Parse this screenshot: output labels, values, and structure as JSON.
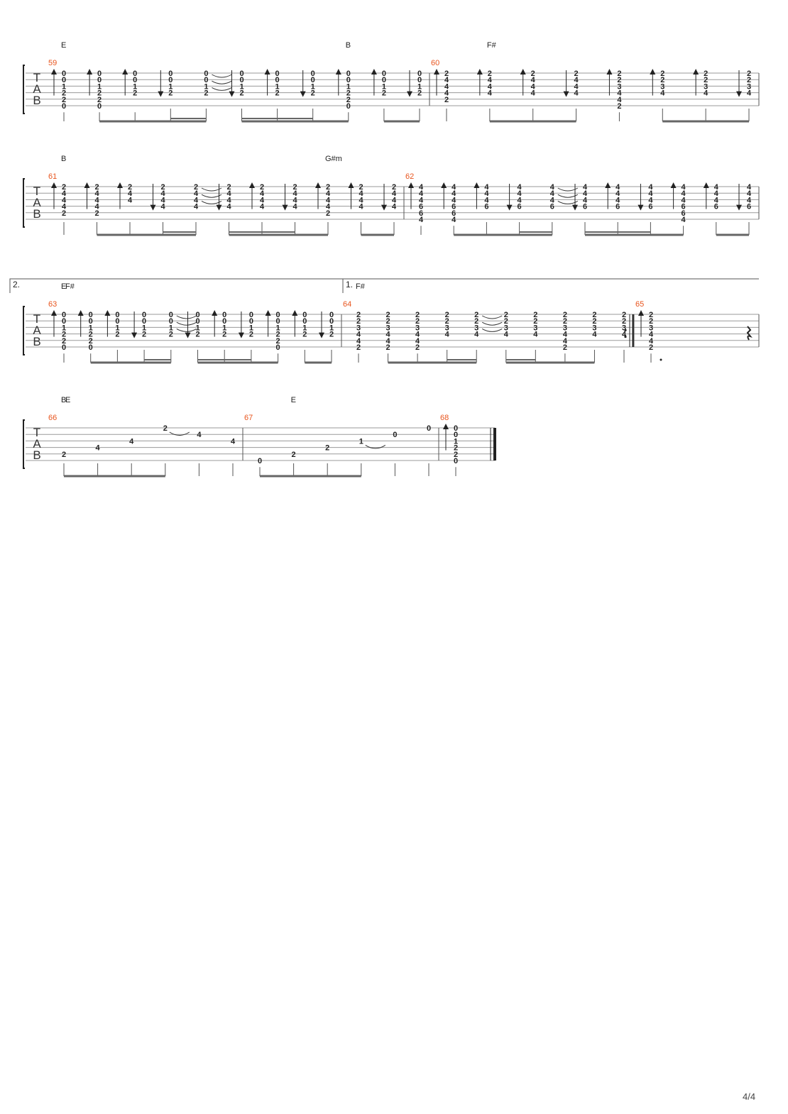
{
  "page": {
    "page_number": "4/4"
  },
  "tab_label": [
    "T",
    "A",
    "B"
  ],
  "systems": [
    {
      "chords": [
        [
          "E",
          0
        ],
        [
          "B",
          8
        ],
        [
          "F#",
          12
        ]
      ],
      "measures": [
        {
          "number": "59",
          "events": [
            {
              "f": [
                "0",
                "0",
                "1",
                "2",
                "2",
                "0"
              ],
              "s": 0,
              "dir": "up",
              "stem": 1
            },
            {
              "f": [
                "0",
                "0",
                "1",
                "2",
                "2",
                "0"
              ],
              "s": 0,
              "dir": "up",
              "stem": 2
            },
            {
              "f": [
                "0",
                "0",
                "1",
                "2",
                "",
                ""
              ],
              "s": 0,
              "dir": "up",
              "stem": 2
            },
            {
              "f": [
                "0",
                "0",
                "1",
                "2"
              ],
              "s": 0,
              "dir": "down",
              "stem": 3
            },
            {
              "f": [
                "0",
                "0",
                "1",
                "2"
              ],
              "s": 0,
              "stem": 3,
              "ties": true
            },
            {
              "f": [
                "0",
                "0",
                "1",
                "2"
              ],
              "s": 0,
              "dir": "down",
              "stem": 3
            },
            {
              "f": [
                "0",
                "0",
                "1",
                "2"
              ],
              "s": 0,
              "dir": "up",
              "stem": 3
            },
            {
              "f": [
                "0",
                "0",
                "1",
                "2"
              ],
              "s": 0,
              "dir": "down",
              "stem": 3
            },
            {
              "f": [
                "0",
                "0",
                "1",
                "2",
                "2",
                "0"
              ],
              "s": 0,
              "dir": "up",
              "stem": 2
            },
            {
              "f": [
                "0",
                "0",
                "1",
                "2"
              ],
              "s": 0,
              "dir": "up",
              "stem": 2
            },
            {
              "f": [
                "0",
                "0",
                "1",
                "2"
              ],
              "s": 0,
              "dir": "down",
              "stem": 3
            }
          ]
        },
        {
          "number": "60",
          "events": [
            {
              "f": [
                "2",
                "4",
                "4",
                "4",
                "2"
              ],
              "s": 0,
              "dir": "up",
              "stem": 1
            },
            {
              "f": [
                "2",
                "4",
                "4",
                "4"
              ],
              "s": 0,
              "dir": "up",
              "stem": 2
            },
            {
              "f": [
                "2",
                "4",
                "4",
                "4"
              ],
              "s": 0,
              "dir": "up",
              "stem": 2
            },
            {
              "f": [
                "2",
                "4",
                "4",
                "4"
              ],
              "s": 0,
              "dir": "down",
              "stem": 3
            },
            {
              "f": [
                "2",
                "2",
                "3",
                "4",
                "4",
                "2"
              ],
              "s": 0,
              "dir": "up",
              "stem": 1
            },
            {
              "f": [
                "2",
                "2",
                "3",
                "4"
              ],
              "s": 0,
              "dir": "up",
              "stem": 2
            },
            {
              "f": [
                "2",
                "2",
                "3",
                "4"
              ],
              "s": 0,
              "dir": "up",
              "stem": 2
            },
            {
              "f": [
                "2",
                "2",
                "3",
                "4"
              ],
              "s": 0,
              "dir": "down",
              "stem": 3
            }
          ]
        }
      ]
    },
    {
      "chords": [
        [
          "B",
          0
        ],
        [
          "G#m",
          8
        ]
      ],
      "measures": [
        {
          "number": "61",
          "events": [
            {
              "f": [
                "2",
                "4",
                "4",
                "4",
                "2"
              ],
              "s": 0,
              "dir": "up",
              "stem": 1
            },
            {
              "f": [
                "2",
                "4",
                "4",
                "4",
                "2"
              ],
              "s": 0,
              "dir": "up",
              "stem": 2
            },
            {
              "f": [
                "2",
                "4",
                "4"
              ],
              "s": 0,
              "dir": "up",
              "stem": 2
            },
            {
              "f": [
                "2",
                "4",
                "4",
                "4"
              ],
              "s": 0,
              "dir": "down",
              "stem": 3
            },
            {
              "f": [
                "2",
                "4",
                "4",
                "4"
              ],
              "s": 0,
              "stem": 3,
              "ties": true
            },
            {
              "f": [
                "2",
                "4",
                "4",
                "4"
              ],
              "s": 0,
              "dir": "down",
              "stem": 3
            },
            {
              "f": [
                "2",
                "4",
                "4",
                "4"
              ],
              "s": 0,
              "dir": "up",
              "stem": 3
            },
            {
              "f": [
                "2",
                "4",
                "4",
                "4"
              ],
              "s": 0,
              "dir": "down",
              "stem": 3
            },
            {
              "f": [
                "2",
                "4",
                "4",
                "4",
                "2"
              ],
              "s": 0,
              "dir": "up",
              "stem": 2
            },
            {
              "f": [
                "2",
                "4",
                "4",
                "4"
              ],
              "s": 0,
              "dir": "up",
              "stem": 2
            },
            {
              "f": [
                "2",
                "4",
                "4",
                "4"
              ],
              "s": 0,
              "dir": "down",
              "stem": 3
            }
          ]
        },
        {
          "number": "62",
          "events": [
            {
              "f": [
                "4",
                "4",
                "4",
                "6",
                "6",
                "4"
              ],
              "s": 0,
              "dir": "up",
              "stem": 1
            },
            {
              "f": [
                "4",
                "4",
                "4",
                "6",
                "6",
                "4"
              ],
              "s": 0,
              "dir": "up",
              "stem": 2
            },
            {
              "f": [
                "4",
                "4",
                "4",
                "6"
              ],
              "s": 0,
              "dir": "up",
              "stem": 2
            },
            {
              "f": [
                "4",
                "4",
                "4",
                "6"
              ],
              "s": 0,
              "dir": "down",
              "stem": 3
            },
            {
              "f": [
                "4",
                "4",
                "4",
                "6"
              ],
              "s": 0,
              "stem": 3,
              "ties": true
            },
            {
              "f": [
                "4",
                "4",
                "4",
                "6"
              ],
              "s": 0,
              "dir": "down",
              "stem": 3
            },
            {
              "f": [
                "4",
                "4",
                "4",
                "6"
              ],
              "s": 0,
              "dir": "up",
              "stem": 3
            },
            {
              "f": [
                "4",
                "4",
                "4",
                "6"
              ],
              "s": 0,
              "dir": "down",
              "stem": 3
            },
            {
              "f": [
                "4",
                "4",
                "4",
                "6",
                "6",
                "4"
              ],
              "s": 0,
              "dir": "up",
              "stem": 2
            },
            {
              "f": [
                "4",
                "4",
                "4",
                "6"
              ],
              "s": 0,
              "dir": "up",
              "stem": 2
            },
            {
              "f": [
                "4",
                "4",
                "4",
                "6"
              ],
              "s": 0,
              "dir": "down",
              "stem": 3
            }
          ]
        }
      ]
    },
    {
      "chords": [
        [
          "E",
          0
        ],
        [
          "F#",
          11
        ],
        [
          "F#",
          23
        ]
      ],
      "voltas": [
        [
          "1.",
          11,
          22
        ],
        [
          "2.",
          23,
          26
        ]
      ],
      "measures": [
        {
          "number": "63",
          "events": [
            {
              "f": [
                "0",
                "0",
                "1",
                "2",
                "2",
                "0"
              ],
              "s": 0,
              "dir": "up",
              "stem": 1
            },
            {
              "f": [
                "0",
                "0",
                "1",
                "2",
                "2",
                "0"
              ],
              "s": 0,
              "dir": "up",
              "stem": 2
            },
            {
              "f": [
                "0",
                "0",
                "1",
                "2"
              ],
              "s": 0,
              "dir": "up",
              "stem": 2
            },
            {
              "f": [
                "0",
                "0",
                "1",
                "2"
              ],
              "s": 0,
              "dir": "down",
              "stem": 3
            },
            {
              "f": [
                "0",
                "0",
                "1",
                "2"
              ],
              "s": 0,
              "stem": 3,
              "ties": true
            },
            {
              "f": [
                "0",
                "0",
                "1",
                "2"
              ],
              "s": 0,
              "dir": "down",
              "stem": 3
            },
            {
              "f": [
                "0",
                "0",
                "1",
                "2"
              ],
              "s": 0,
              "dir": "up",
              "stem": 3
            },
            {
              "f": [
                "0",
                "0",
                "1",
                "2"
              ],
              "s": 0,
              "dir": "down",
              "stem": 3
            },
            {
              "f": [
                "0",
                "0",
                "1",
                "2",
                "2",
                "0"
              ],
              "s": 0,
              "dir": "up",
              "stem": 2
            },
            {
              "f": [
                "0",
                "0",
                "1",
                "2"
              ],
              "s": 0,
              "dir": "up",
              "stem": 2
            },
            {
              "f": [
                "0",
                "0",
                "1",
                "2"
              ],
              "s": 0,
              "dir": "down",
              "stem": 3
            }
          ]
        },
        {
          "number": "64",
          "repeat_end": true,
          "events": [
            {
              "f": [
                "2",
                "2",
                "3",
                "4",
                "4",
                "2"
              ],
              "s": 0,
              "stem": 1
            },
            {
              "f": [
                "2",
                "2",
                "3",
                "4",
                "4",
                "2"
              ],
              "s": 0,
              "stem": 2
            },
            {
              "f": [
                "2",
                "2",
                "3",
                "4",
                "4",
                "2"
              ],
              "s": 0,
              "stem": 2
            },
            {
              "f": [
                "2",
                "2",
                "3",
                "4"
              ],
              "s": 0,
              "stem": 3
            },
            {
              "f": [
                "2",
                "2",
                "3",
                "4"
              ],
              "s": 0,
              "stem": 3,
              "ties": true
            },
            {
              "f": [
                "2",
                "2",
                "3",
                "4"
              ],
              "s": 0,
              "stem": 3
            },
            {
              "f": [
                "2",
                "2",
                "3",
                "4"
              ],
              "s": 0,
              "stem": 3
            },
            {
              "f": [
                "2",
                "2",
                "3",
                "4",
                "4",
                "2"
              ],
              "s": 0,
              "stem": 2
            },
            {
              "f": [
                "2",
                "2",
                "3",
                "4"
              ],
              "s": 0,
              "stem": 2
            },
            {
              "f": [
                "2",
                "2",
                "3",
                "4"
              ],
              "s": 0,
              "stem": 3
            }
          ]
        },
        {
          "number": "65",
          "events": [
            {
              "f": [
                "2",
                "2",
                "3",
                "4",
                "4",
                "2"
              ],
              "s": 0,
              "dir": "up",
              "stem": 1,
              "dot": true
            },
            {
              "rest": true
            }
          ]
        }
      ]
    },
    {
      "chords": [
        [
          "B",
          0
        ],
        [
          "E",
          7
        ],
        [
          "E",
          13
        ]
      ],
      "measures": [
        {
          "number": "66",
          "events": [
            {
              "f": [
                "2"
              ],
              "s": 4,
              "stem": 2
            },
            {
              "f": [
                "4"
              ],
              "s": 3,
              "stem": 2
            },
            {
              "f": [
                "4"
              ],
              "s": 2,
              "stem": 2
            },
            {
              "f": [
                "2"
              ],
              "s": 0,
              "stem": 2,
              "slur": true
            },
            {
              "f": [
                "4"
              ],
              "s": 1,
              "stem": 2
            },
            {
              "f": [
                "4"
              ],
              "s": 2,
              "stem": 1
            }
          ]
        },
        {
          "number": "67",
          "events": [
            {
              "f": [
                "0"
              ],
              "s": 5,
              "stem": 2
            },
            {
              "f": [
                "2"
              ],
              "s": 4,
              "stem": 2
            },
            {
              "f": [
                "2"
              ],
              "s": 3,
              "stem": 2
            },
            {
              "f": [
                "1"
              ],
              "s": 2,
              "stem": 2,
              "slur": true
            },
            {
              "f": [
                "0"
              ],
              "s": 1,
              "stem": 2
            },
            {
              "f": [
                "0"
              ],
              "s": 0,
              "stem": 1
            }
          ]
        },
        {
          "number": "68",
          "final": true,
          "events": [
            {
              "f": [
                "0",
                "0",
                "1",
                "2",
                "2",
                "0"
              ],
              "s": 0,
              "dir": "up",
              "stem": 1
            }
          ]
        }
      ]
    }
  ]
}
